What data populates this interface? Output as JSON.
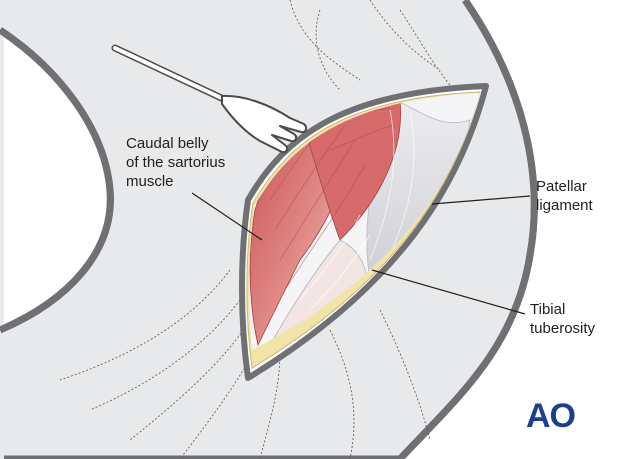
{
  "labels": {
    "sartorius": [
      "Caudal belly",
      "of the sartorius",
      "muscle"
    ],
    "patellar": [
      "Patellar",
      "ligament"
    ],
    "tibial": [
      "Tibial",
      "tuberosity"
    ]
  },
  "logo": {
    "text": "AO",
    "color": "#1d3f8f"
  },
  "colors": {
    "limb_fill": "#e8e9ea",
    "limb_outline": "#6e7073",
    "fat_border": "#f2e4a8",
    "muscle": "#d96a6a",
    "muscle_light": "#f0b8b0",
    "ligament": "#d9d9dc",
    "instrument": "#ffffff"
  },
  "icons": [
    "retractor-icon"
  ]
}
